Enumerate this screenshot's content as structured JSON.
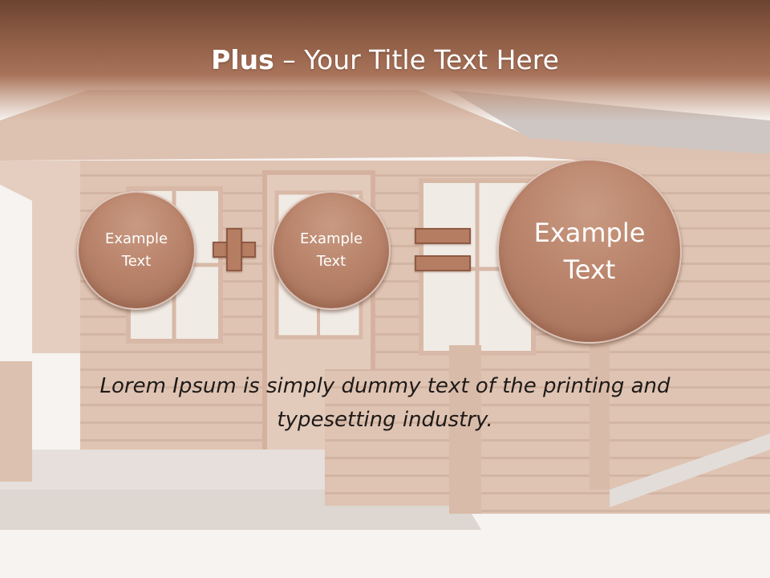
{
  "title": {
    "strong": "Plus",
    "rest": " – Your Title Text Here"
  },
  "equation": {
    "operand_1": "Example\nText",
    "operator_1": "plus-icon",
    "operand_2": "Example\nText",
    "operator_2": "equals-icon",
    "result": "Example\nText"
  },
  "body_text": "Lorem Ipsum is simply dummy text of the printing and typesetting industry.",
  "colors": {
    "banner": "#8d5b43",
    "circle": "#b9846b",
    "operator": "#b57d62",
    "title_text": "#ffffff",
    "body_text": "#1e1a18"
  }
}
